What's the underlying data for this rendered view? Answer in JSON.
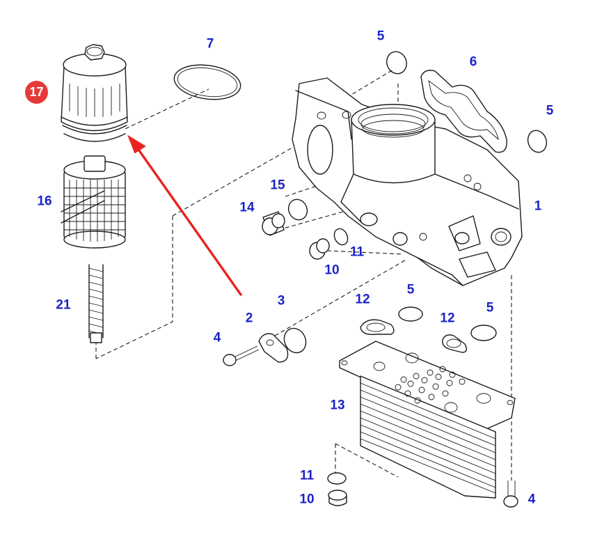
{
  "callouts": {
    "c1": "1",
    "c2": "2",
    "c3": "3",
    "c4a": "4",
    "c4b": "4",
    "c5a": "5",
    "c5b": "5",
    "c5c": "5",
    "c5d": "5",
    "c6": "6",
    "c7": "7",
    "c10a": "10",
    "c10b": "10",
    "c11a": "11",
    "c11b": "11",
    "c12a": "12",
    "c12b": "12",
    "c13": "13",
    "c14": "14",
    "c15": "15",
    "c16": "16",
    "c21": "21"
  },
  "badge": {
    "label": "17",
    "color": "#e63a3a"
  },
  "colors": {
    "callout": "#1a22c8",
    "arrow": "#e8231f",
    "line": "#1a1a1a"
  }
}
